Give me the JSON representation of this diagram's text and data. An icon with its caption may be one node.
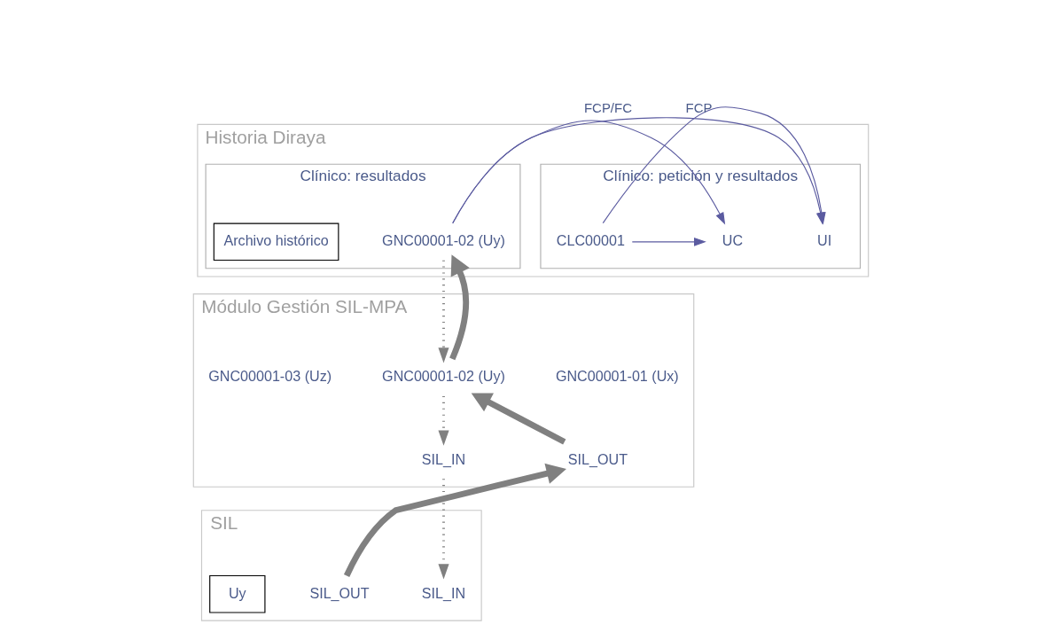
{
  "diagram": {
    "nodes": [
      {
        "text": [
          "Historia Diraya"
        ]
      },
      {
        "text": [
          "Clínico: petición y resultados"
        ],
        "in": 0
      },
      {
        "text": [
          "CLC00001"
        ],
        "in": 1
      },
      {
        "text": [
          "UI"
        ],
        "in": 1
      },
      {
        "text": [
          "UC"
        ],
        "in": 1
      },
      {
        "text": [
          "Clínico: resultados"
        ],
        "in": 0
      },
      {
        "text": [
          "GNC00001-02 (Uy)"
        ],
        "in": 5
      },
      {
        "text": [
          "Archivo histórico"
        ],
        "in": 5
      },
      {
        "text": [
          "Módulo Gestión SIL-MPA"
        ]
      },
      {
        "text": [
          "GNC00001-01 (Ux)"
        ],
        "in": 8
      },
      {
        "text": [
          "GNC00001-02 (Uy)"
        ],
        "in": 8
      },
      {
        "text": [
          "GNC00001-03 (Uz)"
        ],
        "in": 8
      },
      {
        "text": [
          "SIL_IN"
        ],
        "in": 8
      },
      {
        "text": [
          "SIL_OUT"
        ],
        "in": 8
      },
      {
        "text": [
          "SIL"
        ]
      },
      {
        "text": [
          "SIL_IN"
        ],
        "in": 14
      },
      {
        "text": [
          "SIL_OUT"
        ],
        "in": 14
      },
      {
        "text": [
          "Uy"
        ],
        "in": 14
      }
    ],
    "edges": [
      {
        "from": 2,
        "to": 3,
        "arrow": "to",
        "color": "#5b5ba0"
      },
      {
        "from": 2,
        "to": 4,
        "arrow": "to",
        "color": "#5b5ba0"
      },
      {
        "from": 6,
        "to": 3,
        "arrow": "to",
        "label": "FCP",
        "color": "#5b5ba0"
      },
      {
        "from": 6,
        "to": 4,
        "arrow": "to",
        "label": "FCP/FC",
        "color": "#5b5ba0"
      },
      {
        "from": 6,
        "to": 10,
        "arrow": "to",
        "style": "dashed"
      },
      {
        "from": 10,
        "to": 6,
        "arrow": "to",
        "style": "thick"
      },
      {
        "from": 10,
        "to": 12,
        "arrow": "to",
        "style": "dashed"
      },
      {
        "from": 13,
        "to": 10,
        "arrow": "to",
        "style": "thick"
      },
      {
        "from": 12,
        "to": 15,
        "arrow": "to",
        "style": "dashed"
      },
      {
        "from": 16,
        "to": 13,
        "arrow": "to",
        "style": "thick"
      }
    ]
  }
}
